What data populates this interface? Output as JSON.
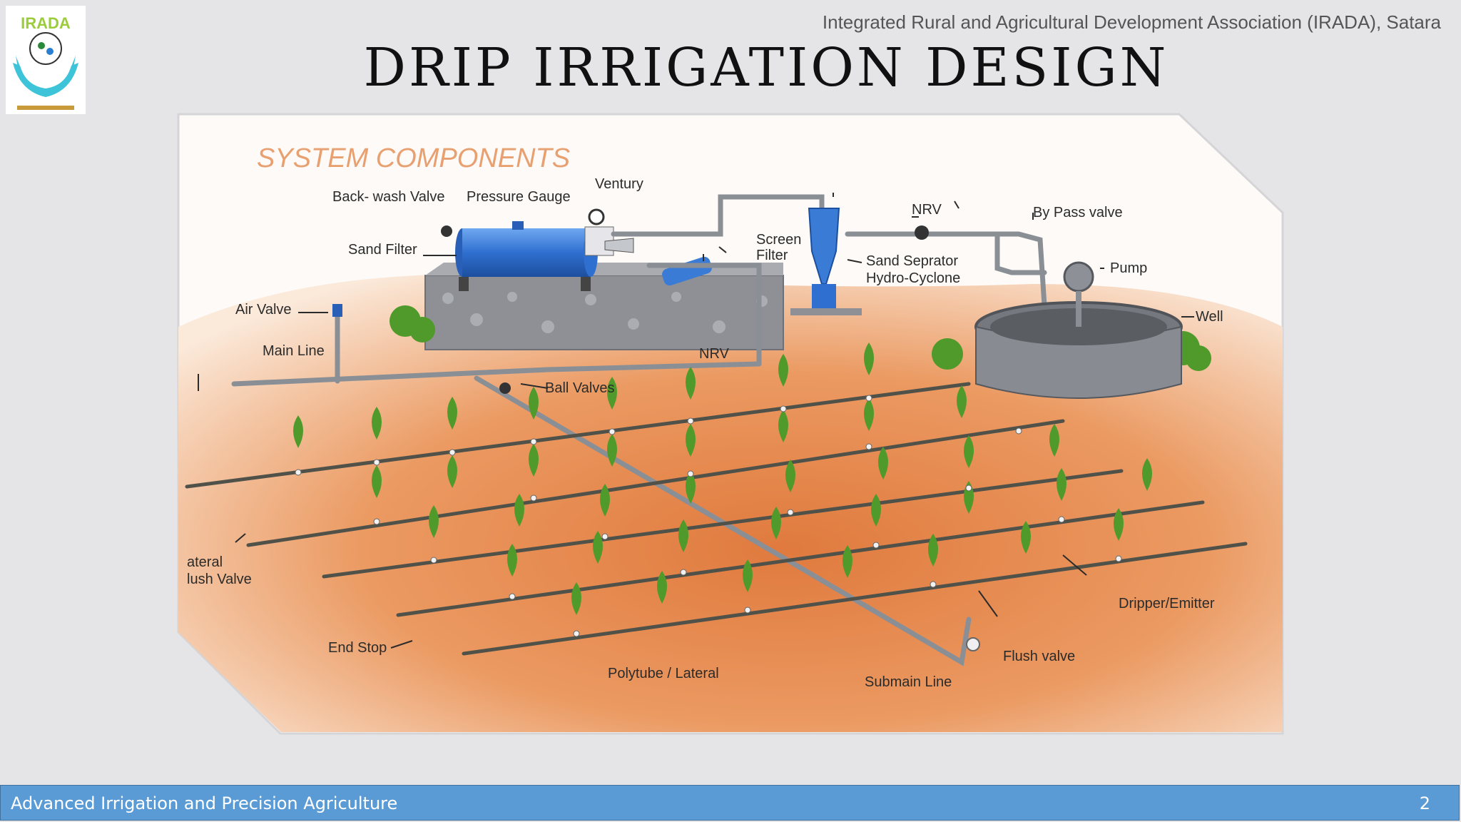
{
  "header": {
    "organization": "Integrated Rural and Agricultural Development Association (IRADA), Satara",
    "title": "DRIP IRRIGATION DESIGN",
    "logo_text": "IRADA"
  },
  "diagram": {
    "heading": "SYSTEM COMPONENTS",
    "labels": {
      "backwash_valve": "Back- wash Valve",
      "pressure_gauge": "Pressure Gauge",
      "ventury": "Ventury",
      "sand_filter": "Sand Filter",
      "screen_filter_1": "Screen",
      "screen_filter_2": "Filter",
      "nrv_top": "NRV",
      "bypass_valve": "By Pass valve",
      "sand_separator_1": "Sand Seprator",
      "sand_separator_2": "Hydro-Cyclone",
      "pump": "Pump",
      "well": "Well",
      "air_valve": "Air Valve",
      "main_line": "Main Line",
      "nrv_bottom": "NRV",
      "ball_valves": "Ball Valves",
      "lateral_flush_1": "ateral",
      "lateral_flush_2": "lush Valve",
      "end_stop": "End Stop",
      "polytube_lateral": "Polytube / Lateral",
      "submain_line": "Submain Line",
      "flush_valve": "Flush valve",
      "dripper_emitter": "Dripper/Emitter"
    },
    "colors": {
      "soil": "#e8945a",
      "pipe": "#8a8f96",
      "equipment": "#3a7bd5",
      "plant": "#4f9a2a"
    }
  },
  "footer": {
    "text": "Advanced Irrigation and Precision Agriculture",
    "page_number": "2"
  }
}
